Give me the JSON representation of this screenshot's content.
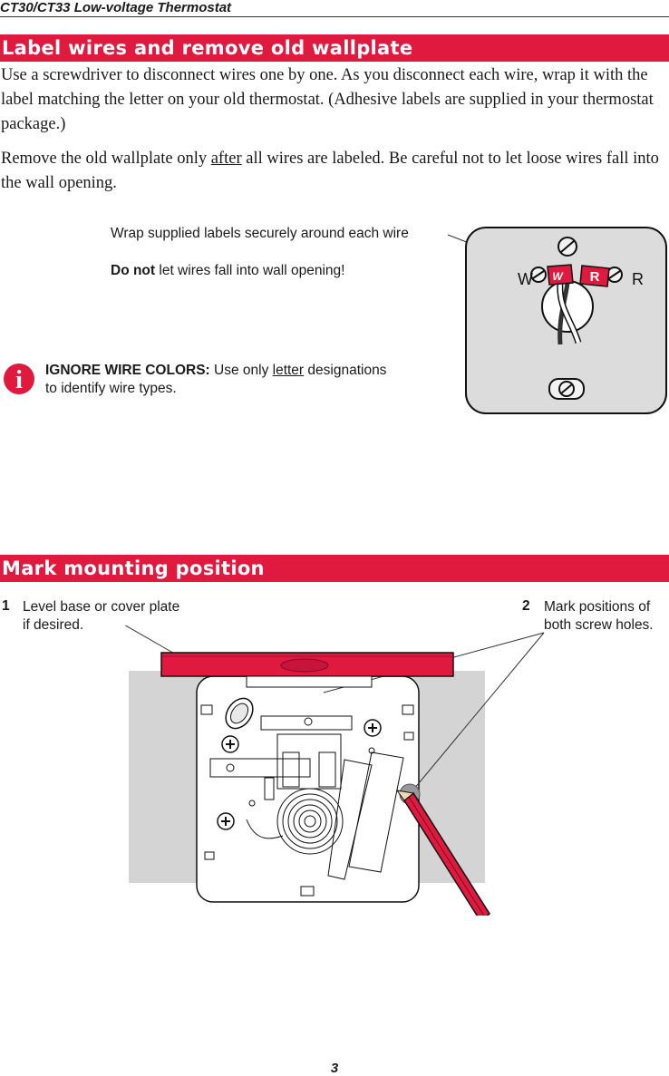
{
  "header": {
    "title": "CT30/CT33 Low-voltage Thermostat"
  },
  "section1": {
    "title": "Label wires and remove old wallplate",
    "para1": "Use a screwdriver to disconnect wires one by one. As you disconnect each wire, wrap it with the label matching the letter on your old thermostat. (Adhesive labels are supplied in your thermostat package.)",
    "para2_before": "Remove the old wallplate only ",
    "para2_underlined": "after",
    "para2_after": " all wires are labeled. Be careful not to let loose wires fall into the wall opening.",
    "callout_wrap": "Wrap supplied labels securely around each wire",
    "callout_donot_bold": "Do not",
    "callout_donot_rest": " let wires fall into wall opening!",
    "ignore_bold": "IGNORE WIRE COLORS:",
    "ignore_text1": " Use only ",
    "ignore_underlined": "letter",
    "ignore_text2": " designations",
    "ignore_text3": "to identify wire types.",
    "terminal_left": "W",
    "terminal_right": "R",
    "label_w": "W",
    "label_r": "R",
    "info_icon_glyph": "i"
  },
  "section2": {
    "title": "Mark mounting position",
    "step1_num": "1",
    "step1_line1": "Level base or cover plate",
    "step1_line2": "if desired.",
    "step2_num": "2",
    "step2_line1": "Mark positions of",
    "step2_line2": "both screw holes."
  },
  "colors": {
    "accent": "#e0193f",
    "wallplate": "#dcdcdc",
    "wall": "#d4d4d4",
    "level": "#e0193f"
  },
  "icons": [
    "info-icon",
    "screw-icon",
    "pencil-icon",
    "level-icon"
  ],
  "page_number": "3"
}
